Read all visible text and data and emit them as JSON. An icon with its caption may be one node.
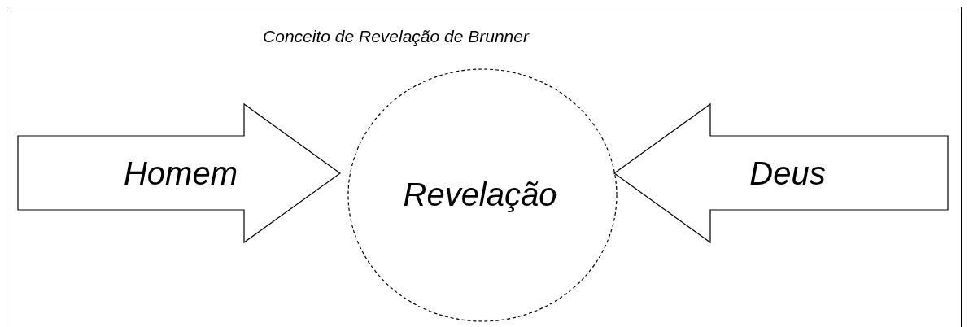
{
  "diagram": {
    "title": "Conceito de Revelação de Brunner",
    "nodes": [
      {
        "text": [
          "Homem"
        ]
      },
      {
        "text": [
          "Revelação"
        ]
      },
      {
        "text": [
          "Deus"
        ]
      }
    ]
  }
}
